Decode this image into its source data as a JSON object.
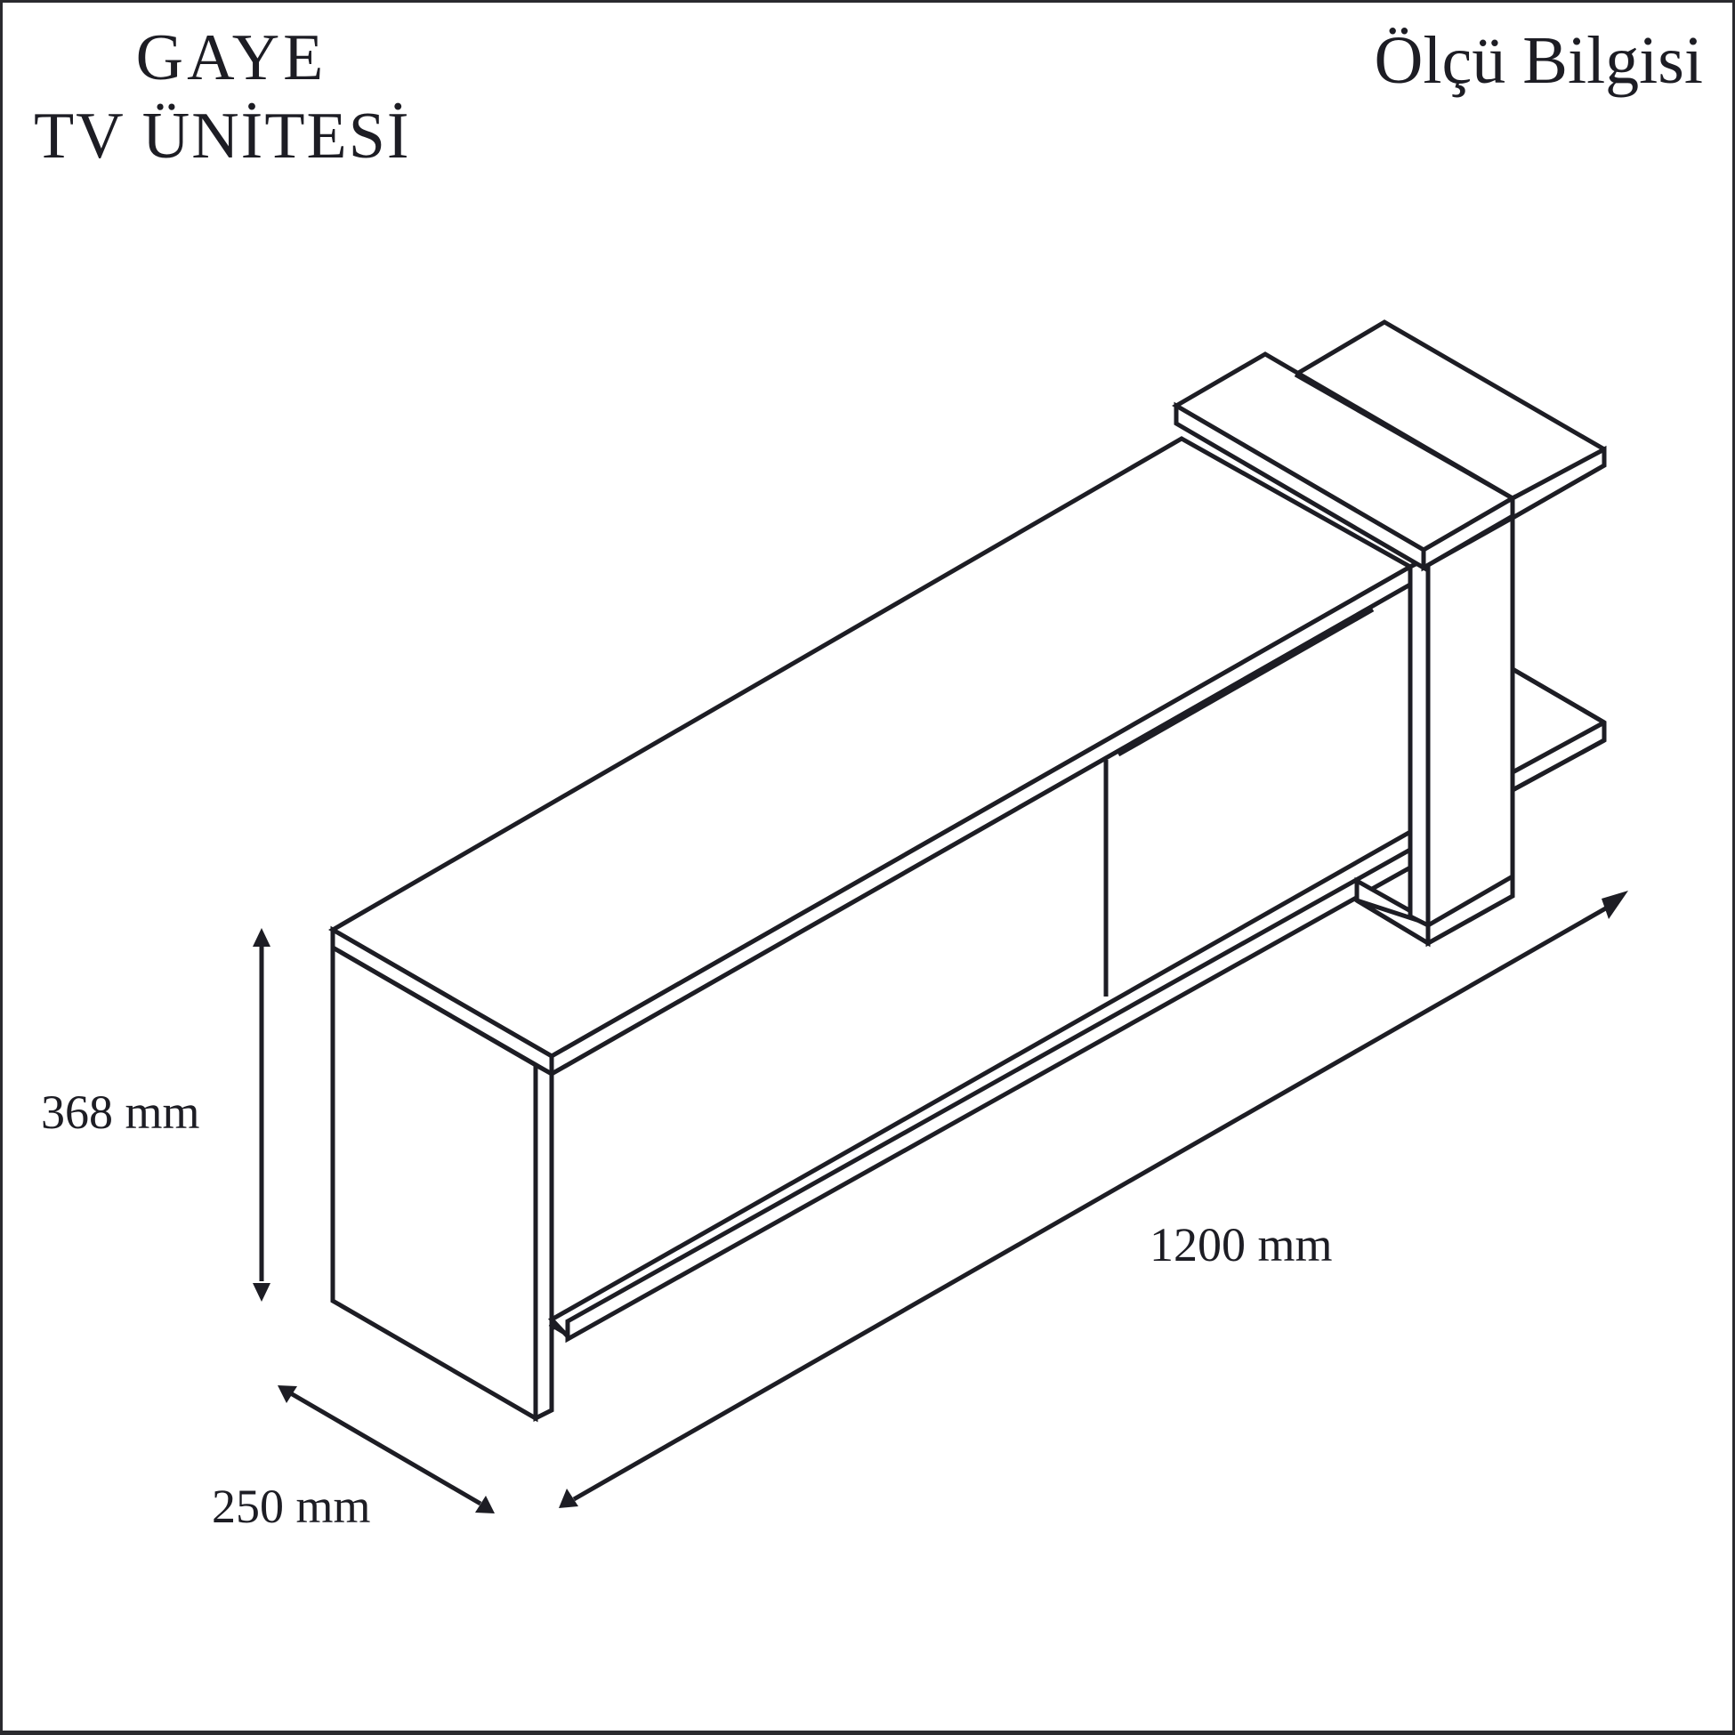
{
  "header": {
    "product_name": "GAYE",
    "product_type": "TV ÜNİTESİ",
    "sheet_title": "Ölçü Bilgisi"
  },
  "dimensions": {
    "height": {
      "value": 368,
      "unit": "mm",
      "label": "368 mm"
    },
    "width": {
      "value": 1200,
      "unit": "mm",
      "label": "1200 mm"
    },
    "depth": {
      "value": 250,
      "unit": "mm",
      "label": "250 mm"
    }
  },
  "drawing": {
    "style": "isometric line drawing",
    "line_color": "#1d1d24",
    "background_color": "#ffffff",
    "components": [
      "main cabinet top panel",
      "left side panel",
      "two front doors",
      "bottom panel",
      "vertical tower column",
      "upper tower shelf",
      "lower right side shelf"
    ]
  }
}
